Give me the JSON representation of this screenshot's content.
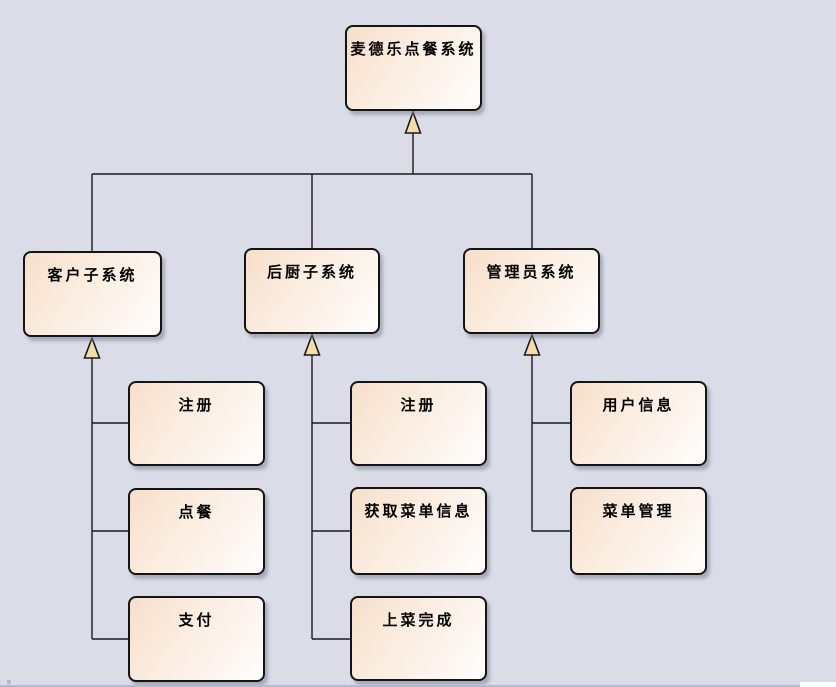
{
  "colors": {
    "canvas_background": "#dadde7",
    "node_gradient_start": "#f7dfc9",
    "node_gradient_end": "#fffdfc",
    "node_border": "#141414",
    "connector_line": "#1b1b1b",
    "arrowhead_fill": "#f4dcab"
  },
  "diagram": {
    "root": {
      "label": "麦德乐点餐系统"
    },
    "subsystems": [
      {
        "label": "客户子系统",
        "children": [
          {
            "label": "注册"
          },
          {
            "label": "点餐"
          },
          {
            "label": "支付"
          }
        ]
      },
      {
        "label": "后厨子系统",
        "children": [
          {
            "label": "注册"
          },
          {
            "label": "获取菜单信息"
          },
          {
            "label": "上菜完成"
          }
        ]
      },
      {
        "label": "管理员系统",
        "children": [
          {
            "label": "用户信息"
          },
          {
            "label": "菜单管理"
          }
        ]
      }
    ]
  }
}
